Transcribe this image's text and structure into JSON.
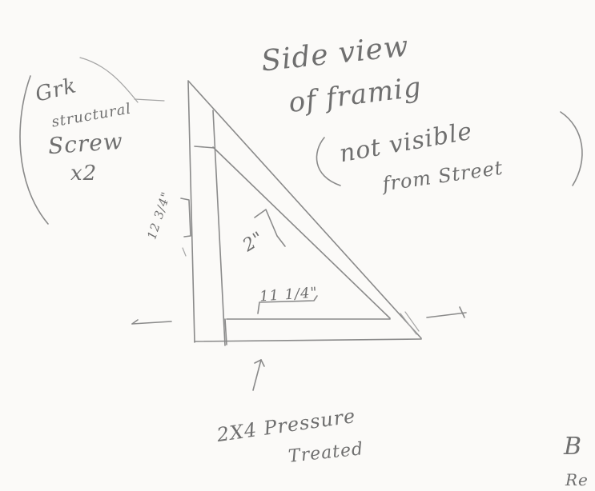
{
  "title_lines": [
    "Side view",
    "of framig"
  ],
  "visibility_note_lines": [
    "not visible",
    "from Street"
  ],
  "screw_note": {
    "brand": "Grk",
    "type": "structural",
    "item": "Screw",
    "qty": "x2"
  },
  "dimensions": {
    "vertical_leg": "12 3/4\"",
    "diagonal_brace": "2\"",
    "bottom_inner": "11 1/4\""
  },
  "lumber_note_lines": [
    "2X4 Pressure",
    "Treated"
  ],
  "corner_fragments": [
    "B",
    "Re"
  ]
}
